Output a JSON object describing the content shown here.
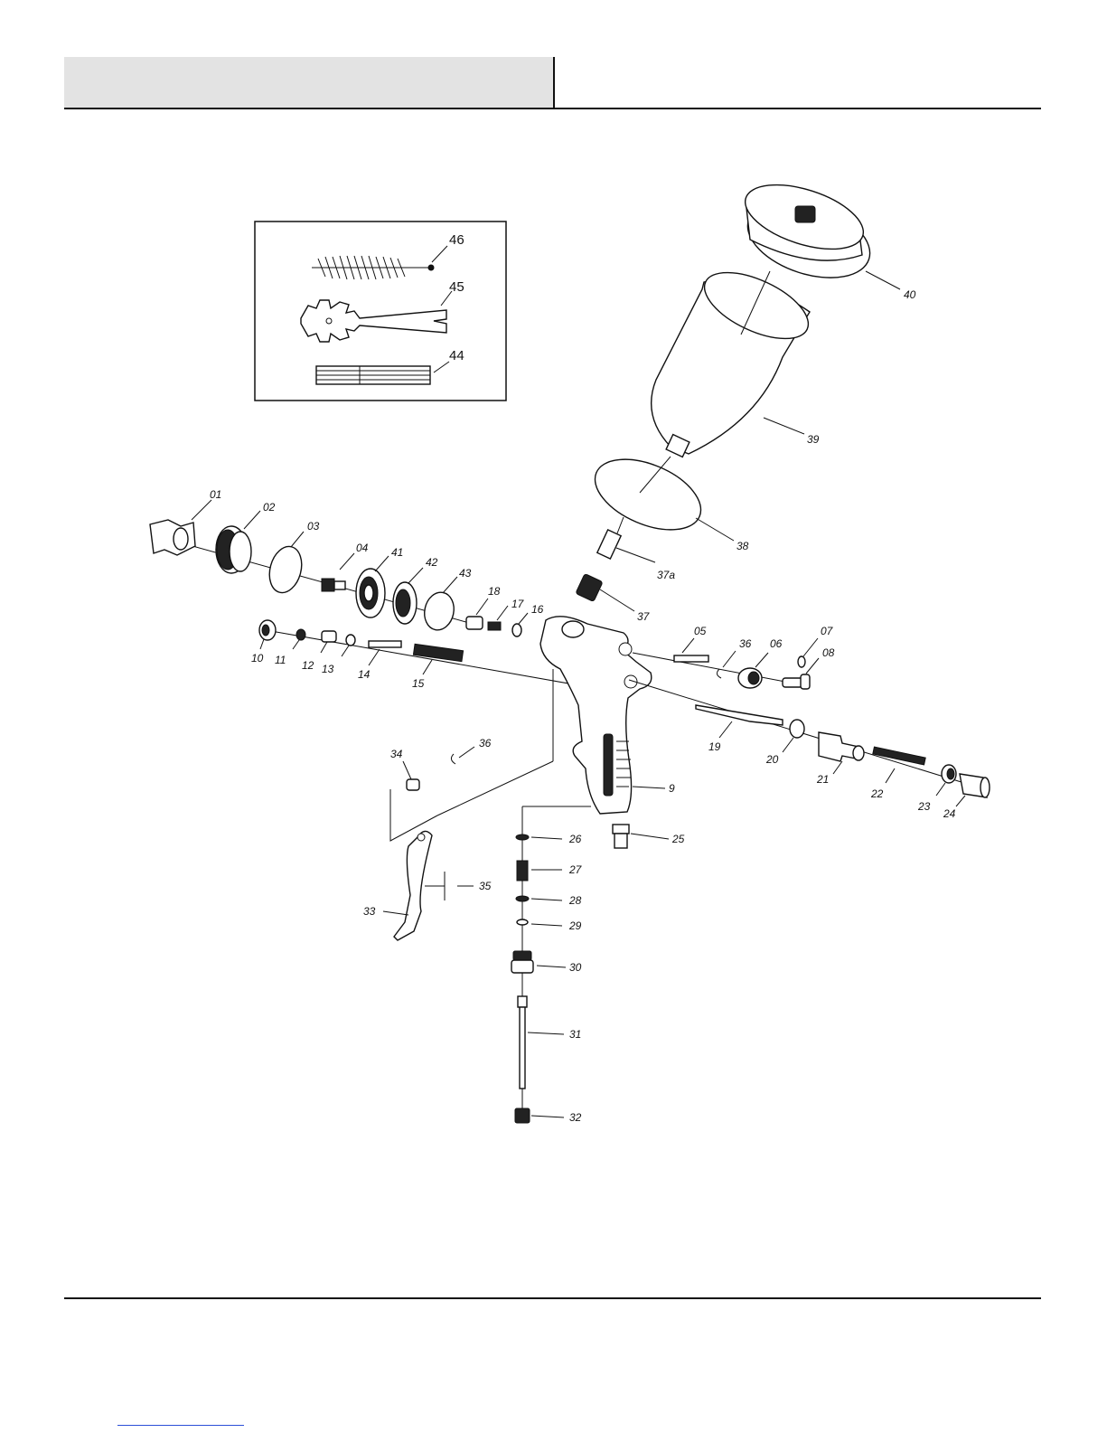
{
  "inset_labels": [
    "46",
    "45",
    "44"
  ],
  "labels": {
    "p01": "01",
    "p02": "02",
    "p03": "03",
    "p04": "04",
    "p41": "41",
    "p42": "42",
    "p43": "43",
    "p18": "18",
    "p17": "17",
    "p16": "16",
    "p37a": "37a",
    "p37": "37",
    "p38": "38",
    "p39": "39",
    "p40": "40",
    "p10": "10",
    "p11": "11",
    "p12": "12",
    "p13": "13",
    "p14": "14",
    "p15": "15",
    "p05": "05",
    "p36a": "36",
    "p06": "06",
    "p07": "07",
    "p08": "08",
    "p19": "19",
    "p20": "20",
    "p21": "21",
    "p22": "22",
    "p23": "23",
    "p24": "24",
    "p9": "9",
    "p25": "25",
    "p34": "34",
    "p36b": "36",
    "p35": "35",
    "p33": "33",
    "p26": "26",
    "p27": "27",
    "p28": "28",
    "p29": "29",
    "p30": "30",
    "p31": "31",
    "p32": "32"
  }
}
